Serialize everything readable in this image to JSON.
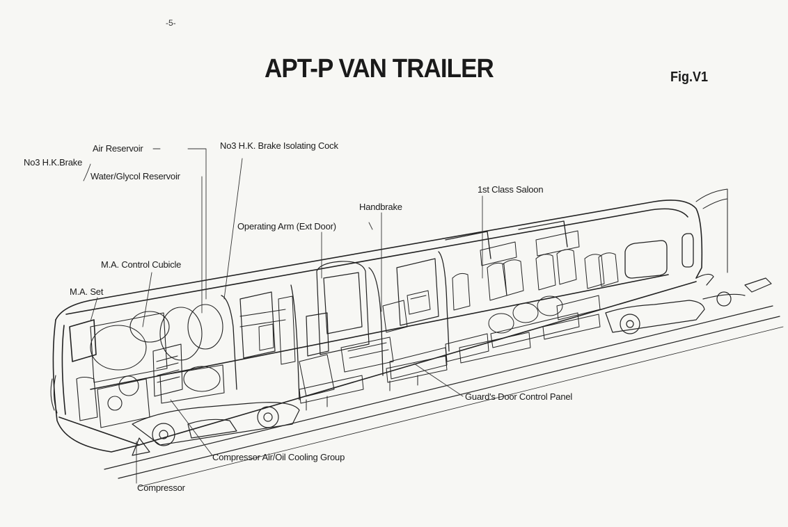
{
  "page_number": "-5-",
  "title": "APT-P VAN TRAILER",
  "figure_label": "Fig.V1",
  "labels": {
    "air_reservoir": "Air Reservoir",
    "hk_brake": "No3 H.K.Brake",
    "water_glycol_reservoir": "Water/Glycol Reservoir",
    "hk_brake_isolating_cock": "No3 H.K. Brake Isolating Cock",
    "first_class_saloon": "1st Class Saloon",
    "handbrake": "Handbrake",
    "operating_arm": "Operating Arm (Ext Door)",
    "ma_control_cubicle": "M.A. Control Cubicle",
    "ma_set": "M.A. Set",
    "guards_door_control_panel": "Guard's Door Control Panel",
    "compressor_cooling_group": "Compressor Air/Oil Cooling Group",
    "compressor": "Compressor"
  }
}
